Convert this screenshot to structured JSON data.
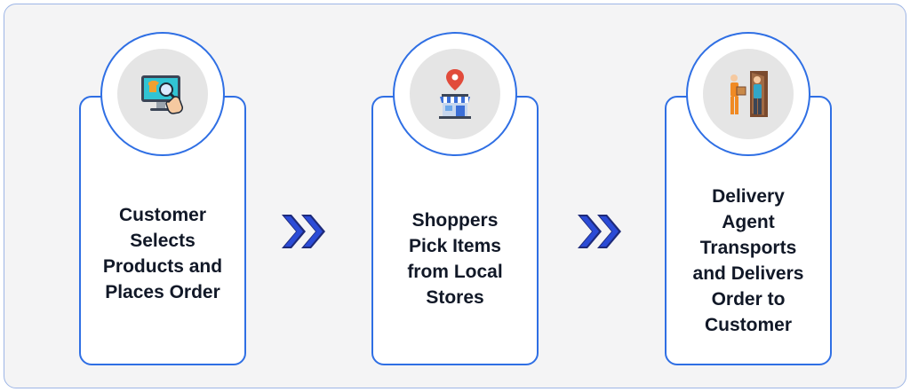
{
  "steps": [
    {
      "label": "Customer\nSelects\nProducts and\nPlaces Order",
      "icon": "computer-shopping-icon"
    },
    {
      "label": "Shoppers\nPick Items\nfrom Local\nStores",
      "icon": "store-location-icon"
    },
    {
      "label": "Delivery\nAgent\nTransports\nand Delivers\nOrder to\nCustomer",
      "icon": "delivery-handover-icon"
    }
  ],
  "arrow_icon": "double-chevron-right-icon",
  "colors": {
    "accent": "#2f6fe4",
    "arrow": "#2b4bd6",
    "background": "#f4f4f5",
    "text": "#111827"
  }
}
